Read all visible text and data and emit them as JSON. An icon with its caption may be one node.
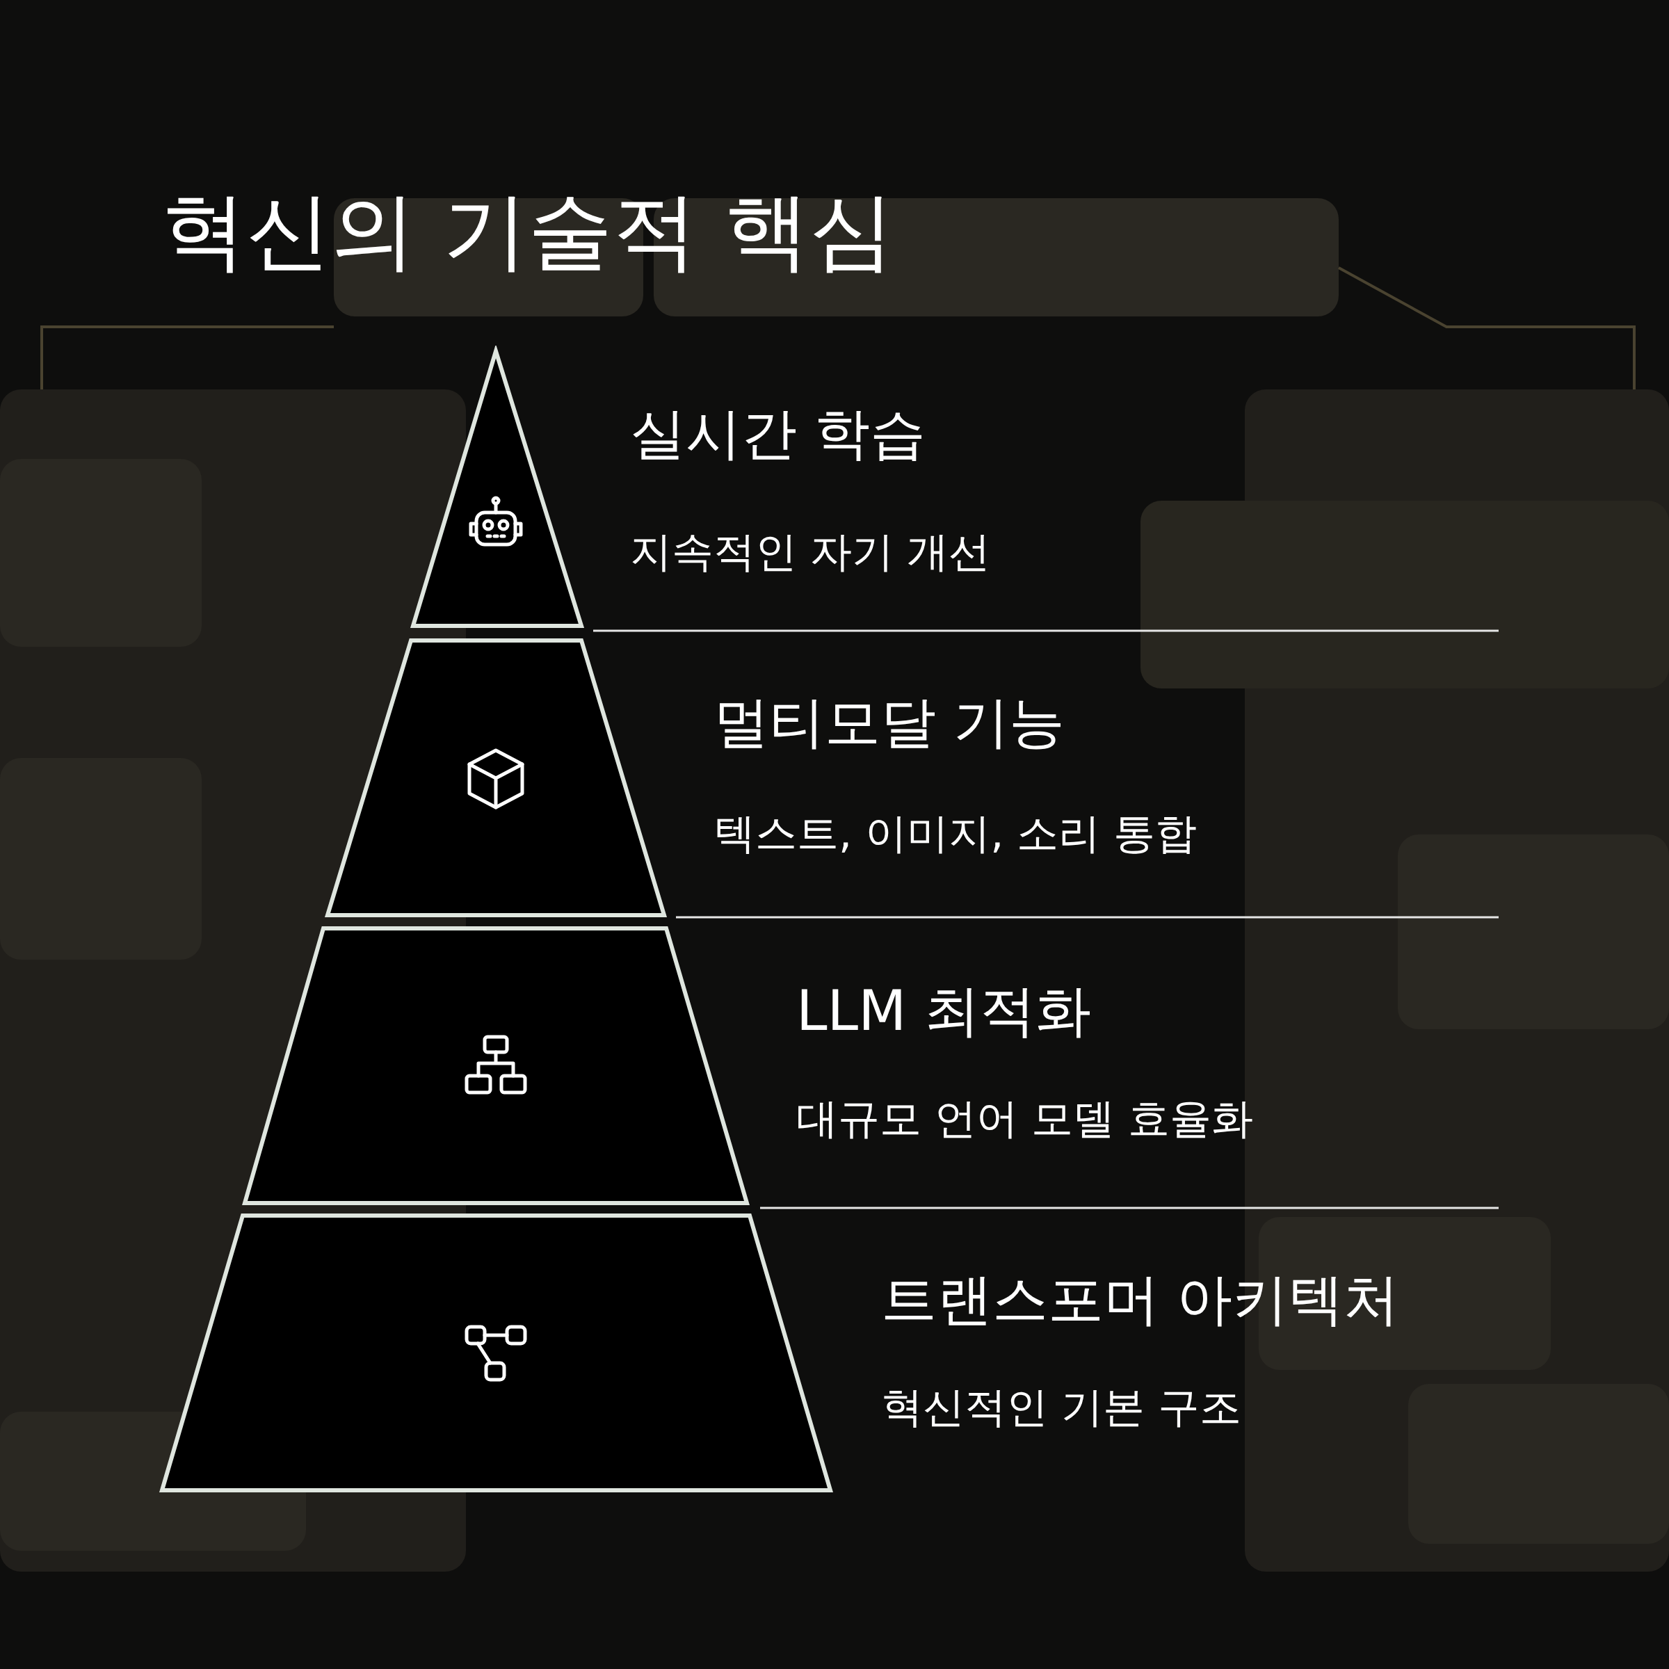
{
  "diagram": {
    "title": "혁신의 기술적 핵심",
    "nodes": [
      {
        "text": [],
        "shape": "triangle",
        "beside": [
          "실시간 학습",
          "지속적인 자기 개선"
        ]
      },
      {
        "text": [],
        "shape": "trapezoid",
        "beside": [
          "멀티모달 기능",
          "텍스트, 이미지, 소리 통합"
        ]
      },
      {
        "text": [],
        "shape": "trapezoid",
        "beside": [
          "LLM 최적화",
          "대규모 언어 모델 효율화"
        ]
      },
      {
        "text": [],
        "shape": "trapezoid",
        "beside": [
          "트랜스포머 아키텍처",
          "혁신적인 기본 구조"
        ]
      }
    ]
  }
}
